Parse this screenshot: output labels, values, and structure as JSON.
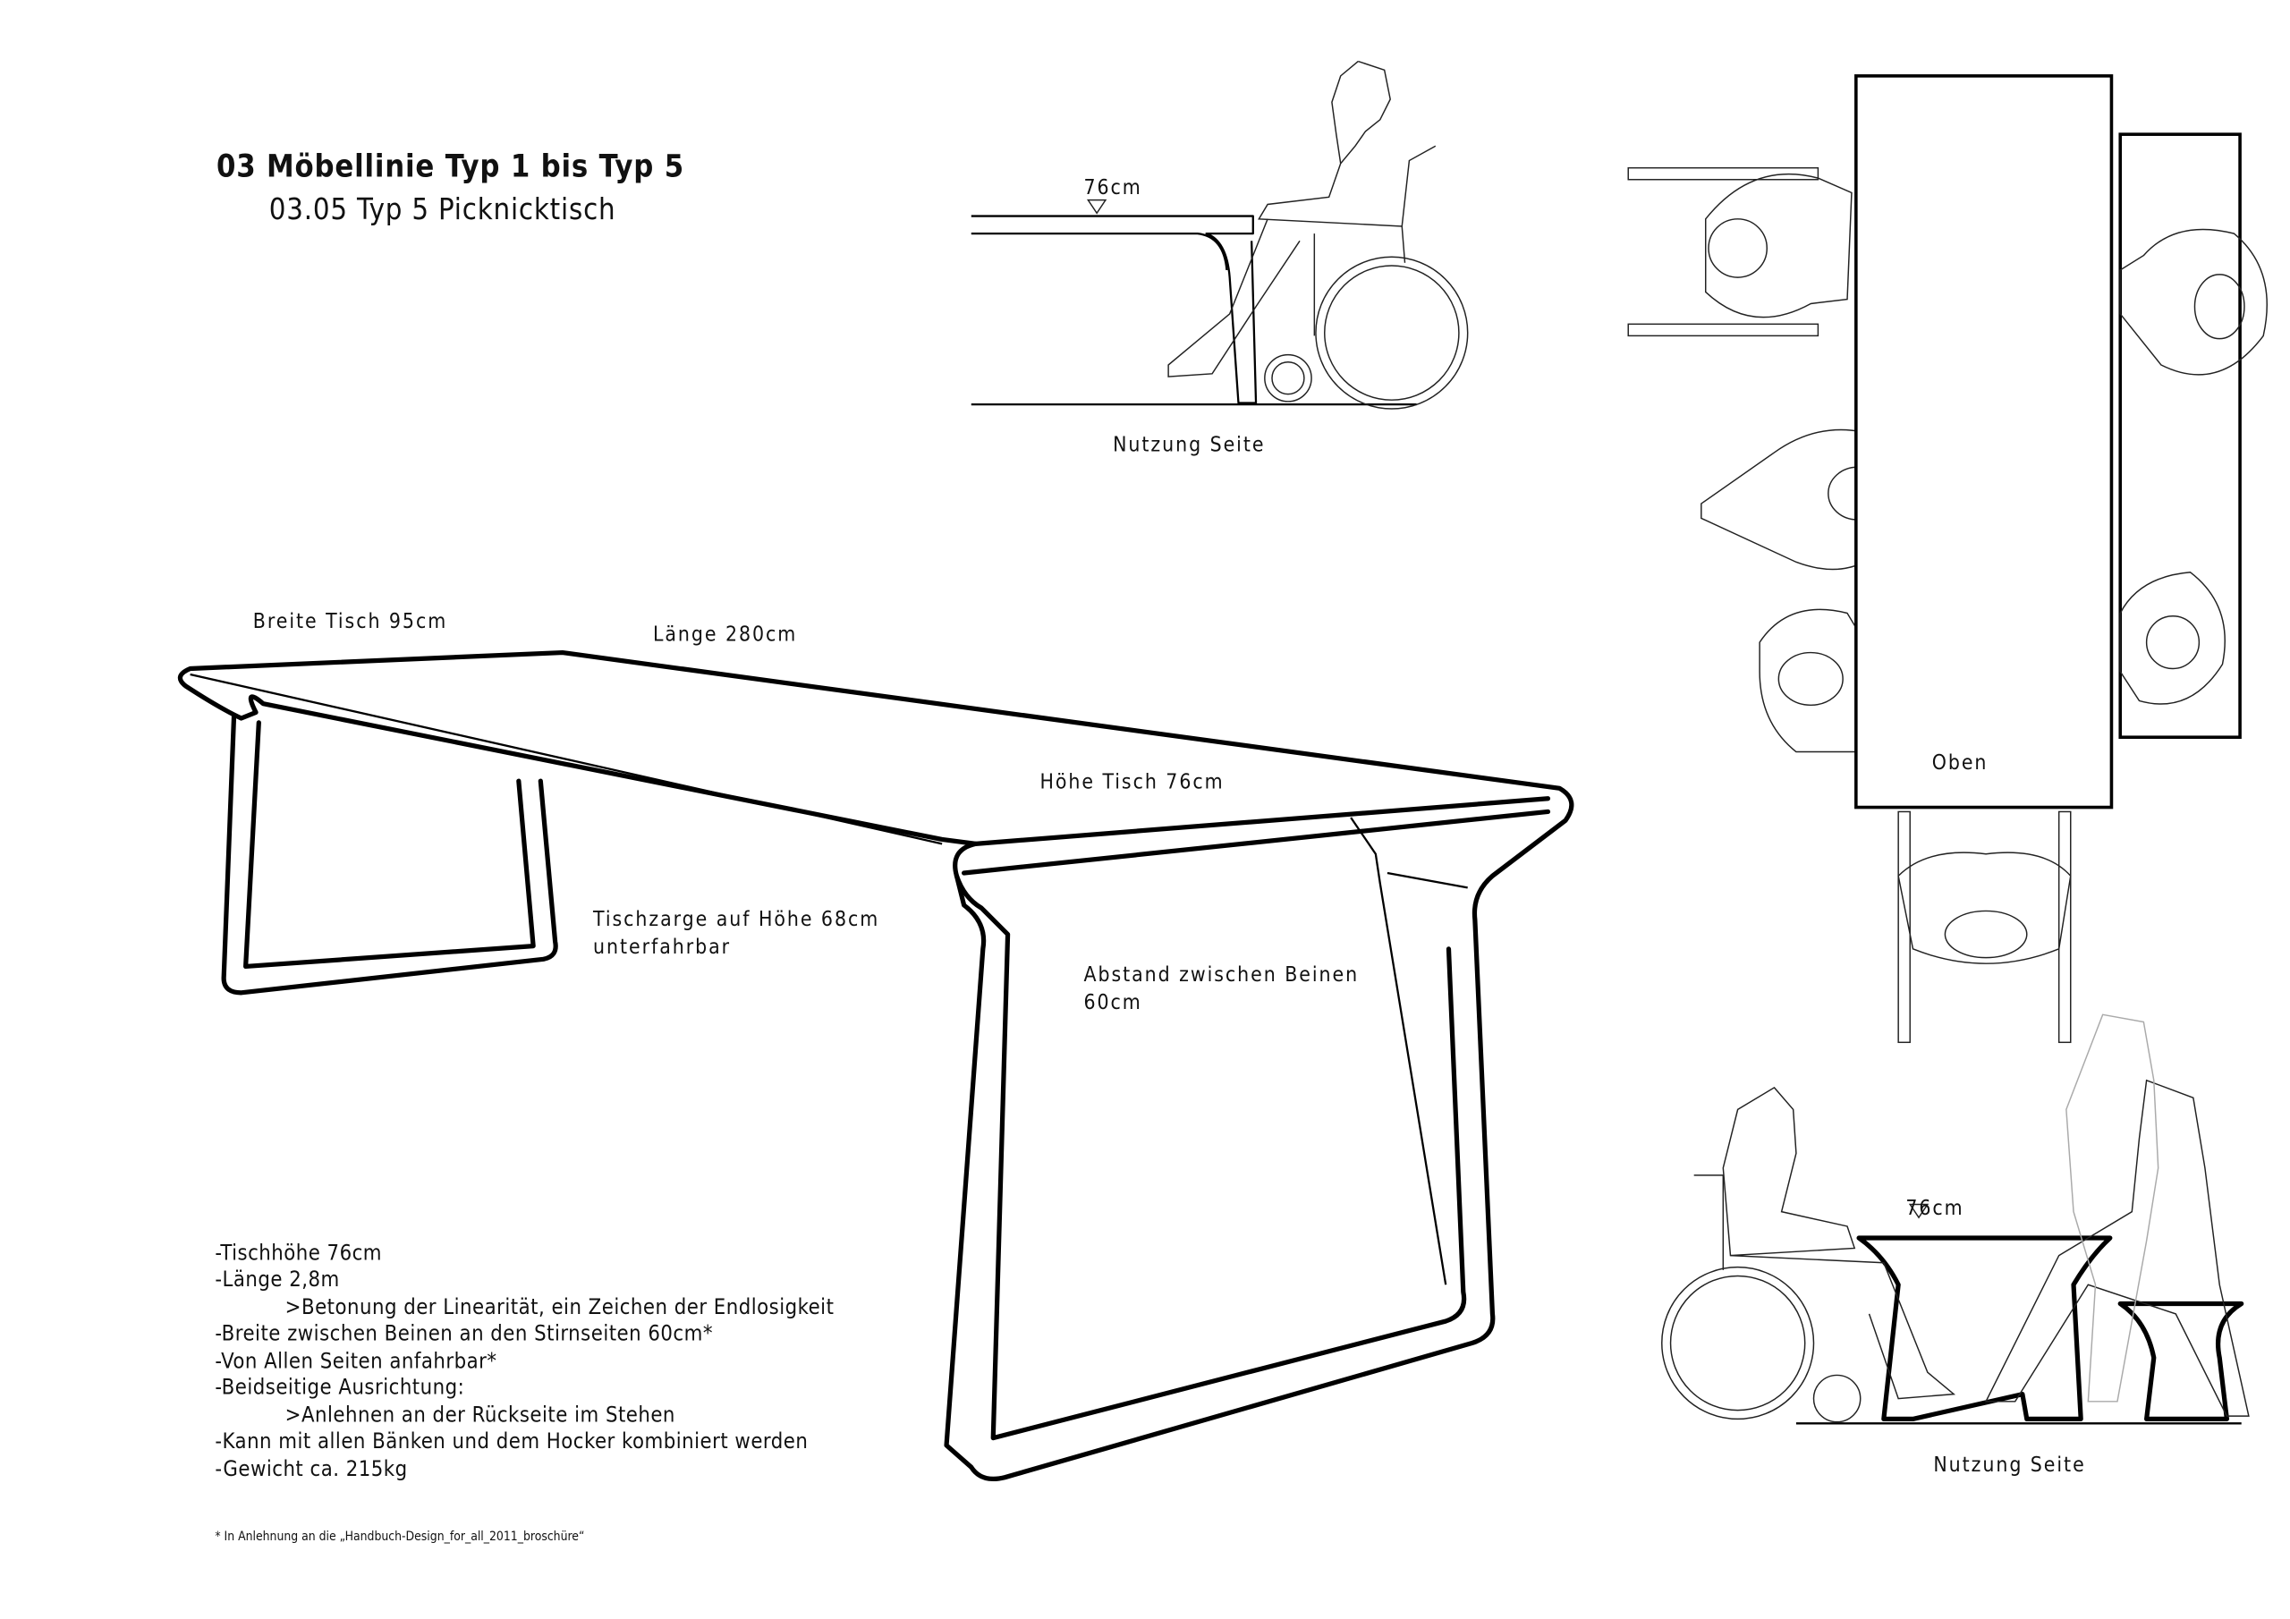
{
  "title": "03 Möbellinie Typ 1 bis Typ 5",
  "subtitle": "03.05 Typ 5  Picknicktisch",
  "side_view_top": {
    "height_label": "76cm",
    "caption": "Nutzung Seite"
  },
  "top_view": {
    "caption": "Oben"
  },
  "side_view_bottom": {
    "height_label": "76cm",
    "caption": "Nutzung Seite"
  },
  "perspective_labels": {
    "width": "Breite Tisch 95cm",
    "length": "Länge 280cm",
    "height": "Höhe Tisch 76cm",
    "apron_line1": "Tischzarge auf Höhe 68cm",
    "apron_line2": "unterfahrbar",
    "leg_gap_line1": "Abstand zwischen Beinen",
    "leg_gap_line2": "60cm"
  },
  "specs": [
    "-Tischhöhe 76cm",
    "-Länge 2,8m",
    ">Betonung der Linearität, ein Zeichen der Endlosigkeit",
    "-Breite zwischen Beinen an den Stirnseiten 60cm*",
    "-Von Allen Seiten anfahrbar*",
    "-Beidseitige Ausrichtung:",
    ">Anlehnen an der Rückseite im Stehen",
    "-Kann mit allen Bänken und dem Hocker kombiniert werden",
    "-Gewicht ca. 215kg"
  ],
  "footnote": "* In Anlehnung an die „Handbuch-Design_for_all_2011_broschüre“"
}
